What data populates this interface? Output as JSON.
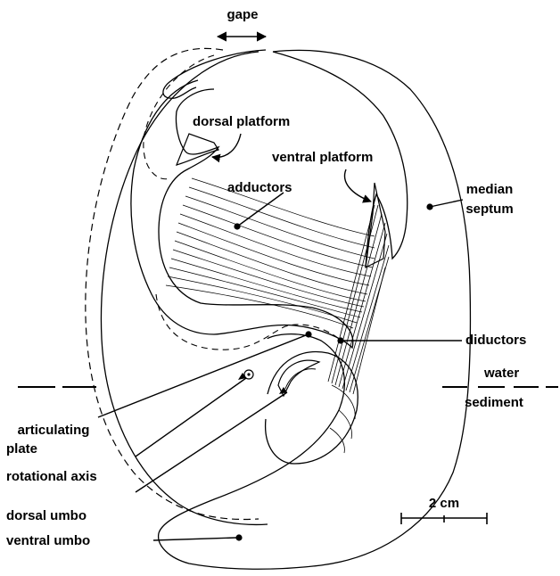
{
  "labels": {
    "gape": "gape",
    "dorsal_platform": "dorsal platform",
    "ventral_platform": "ventral platform",
    "adductors": "adductors",
    "median_septum_1": "median",
    "median_septum_2": "septum",
    "diductors": "diductors",
    "water": "water",
    "sediment": "sediment",
    "articulating_plate_1": "articulating",
    "articulating_plate_2": "plate",
    "rotational_axis": "rotational axis",
    "dorsal_umbo": "dorsal umbo",
    "ventral_umbo": "ventral umbo"
  },
  "scale_bar": {
    "label": "2 cm"
  }
}
